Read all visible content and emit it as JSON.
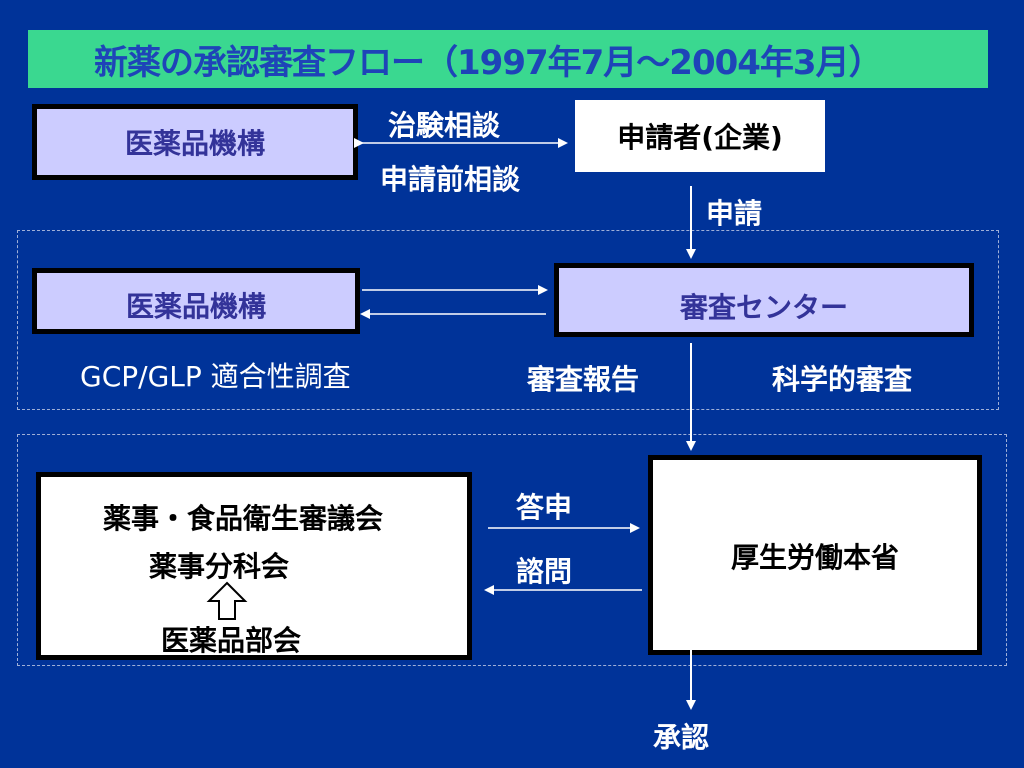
{
  "title": "新薬の承認審査フロー（1997年7月～2004年3月）",
  "top": {
    "pmda_box": "医薬品機構",
    "applicant_box": "申請者(企業)",
    "label_clinical": "治験相談",
    "label_pre_application": "申請前相談",
    "label_application": "申請"
  },
  "middle": {
    "pmda_box": "医薬品機構",
    "review_center_box": "審査センター",
    "label_gcp": "GCP/GLP 適合性調査",
    "label_review_report": "審査報告",
    "label_scientific_review": "科学的審査"
  },
  "bottom": {
    "council_line1": "薬事・食品衛生審議会",
    "council_line2": "薬事分科会",
    "council_line3": "医薬品部会",
    "ministry_box": "厚生労働本省",
    "label_report": "答申",
    "label_consult": "諮問",
    "label_approval": "承認"
  },
  "colors": {
    "background": "#003399",
    "title_bar": "#3ad890",
    "title_text": "#1e44b8",
    "lavender_box": "#ccccff"
  }
}
